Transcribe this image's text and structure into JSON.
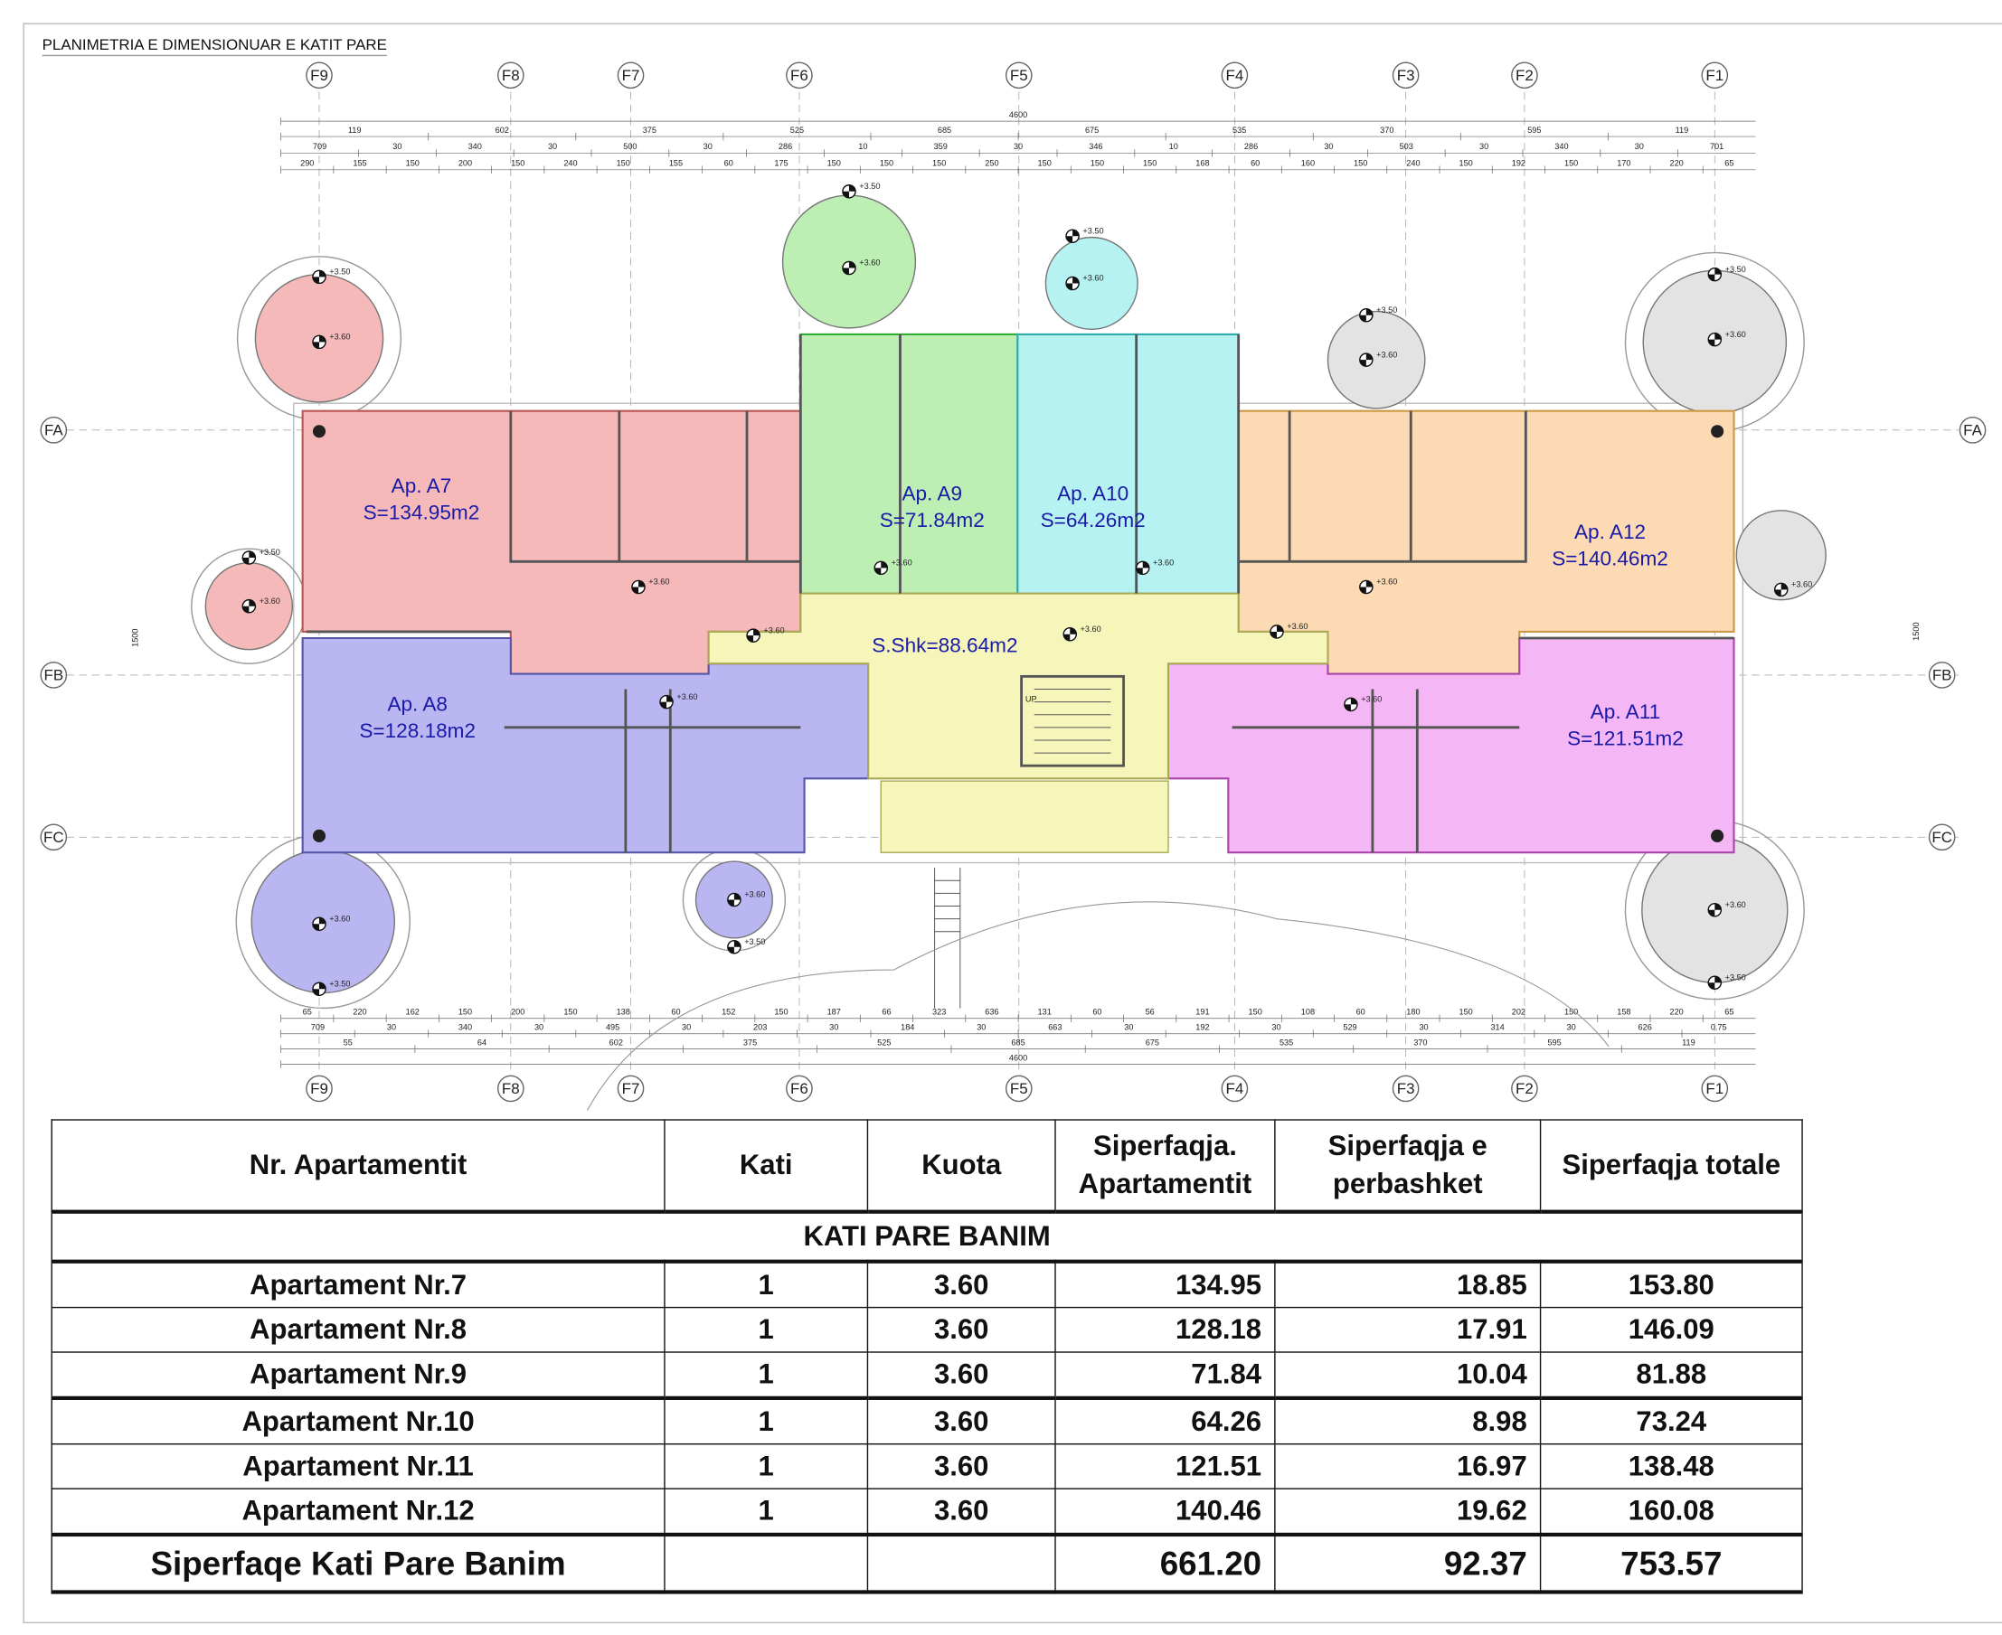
{
  "title": "PLANIMETRIA E DIMENSIONUAR E KATIT PARE",
  "axes_x": [
    "F9",
    "F8",
    "F7",
    "F6",
    "F5",
    "F4",
    "F3",
    "F2",
    "F1"
  ],
  "axes_y": [
    "FA",
    "FB",
    "FC"
  ],
  "dimensions": {
    "top_total": "4600",
    "top_row1": [
      "119",
      "602",
      "375",
      "525",
      "685",
      "675",
      "535",
      "370",
      "595",
      "119"
    ],
    "top_row2": [
      "709",
      "30",
      "340",
      "30",
      "500",
      "30",
      "286",
      "10",
      "359",
      "30",
      "346",
      "10",
      "286",
      "30",
      "503",
      "30",
      "340",
      "30",
      "701"
    ],
    "top_row3": [
      "290",
      "155",
      "150",
      "200",
      "150",
      "240",
      "150",
      "155",
      "60",
      "175",
      "150",
      "150",
      "150",
      "250",
      "150",
      "150",
      "150",
      "168",
      "60",
      "160",
      "150",
      "240",
      "150",
      "192",
      "150",
      "170",
      "220",
      "65"
    ],
    "bottom_row1": [
      "65",
      "220",
      "162",
      "150",
      "200",
      "150",
      "138",
      "60",
      "152",
      "150",
      "187",
      "66",
      "323",
      "636",
      "131",
      "60",
      "56",
      "191",
      "150",
      "108",
      "60",
      "180",
      "150",
      "202",
      "150",
      "158",
      "220",
      "65"
    ],
    "bottom_row2": [
      "709",
      "30",
      "340",
      "30",
      "495",
      "30",
      "203",
      "30",
      "184",
      "30",
      "663",
      "30",
      "192",
      "30",
      "529",
      "30",
      "314",
      "30",
      "626",
      "0.75"
    ],
    "bottom_row3": [
      "55",
      "64",
      "602",
      "375",
      "525",
      "685",
      "675",
      "535",
      "370",
      "595",
      "119"
    ],
    "bottom_total": "4600",
    "left_total": "1500",
    "right_total": "1500"
  },
  "levels": {
    "balcony": "+3.50",
    "floor": "+3.60"
  },
  "apartments": [
    {
      "name": "Ap. A7",
      "area": "S=134.95m2",
      "color": "#f5b9b9"
    },
    {
      "name": "Ap. A8",
      "area": "S=128.18m2",
      "color": "#bab6f2"
    },
    {
      "name": "Ap. A9",
      "area": "S=71.84m2",
      "color": "#bdeeb4"
    },
    {
      "name": "Ap. A10",
      "area": "S=64.26m2",
      "color": "#b6f2f2"
    },
    {
      "name": "Ap. A11",
      "area": "S=121.51m2",
      "color": "#f5b6f5"
    },
    {
      "name": "Ap. A12",
      "area": "S=140.46m2",
      "color": "#fcdab3"
    }
  ],
  "common": {
    "label": "S.Shk=88.64m2",
    "color": "#f6f6bb"
  },
  "stair_label": "UP",
  "table": {
    "headers": [
      "Nr. Apartamentit",
      "Kati",
      "Kuota",
      "Siperfaqja. Apartamentit",
      "Siperfaqja e perbashket",
      "Siperfaqja totale"
    ],
    "section": "KATI  PARE BANIM",
    "rows": [
      [
        "Apartament Nr.7",
        "1",
        "3.60",
        "134.95",
        "18.85",
        "153.80"
      ],
      [
        "Apartament Nr.8",
        "1",
        "3.60",
        "128.18",
        "17.91",
        "146.09"
      ],
      [
        "Apartament Nr.9",
        "1",
        "3.60",
        "71.84",
        "10.04",
        "81.88"
      ],
      [
        "Apartament Nr.10",
        "1",
        "3.60",
        "64.26",
        "8.98",
        "73.24"
      ],
      [
        "Apartament Nr.11",
        "1",
        "3.60",
        "121.51",
        "16.97",
        "138.48"
      ],
      [
        "Apartament Nr.12",
        "1",
        "3.60",
        "140.46",
        "19.62",
        "160.08"
      ]
    ],
    "total": [
      "Siperfaqe Kati Pare Banim",
      "",
      "",
      "661.20",
      "92.37",
      "753.57"
    ]
  }
}
